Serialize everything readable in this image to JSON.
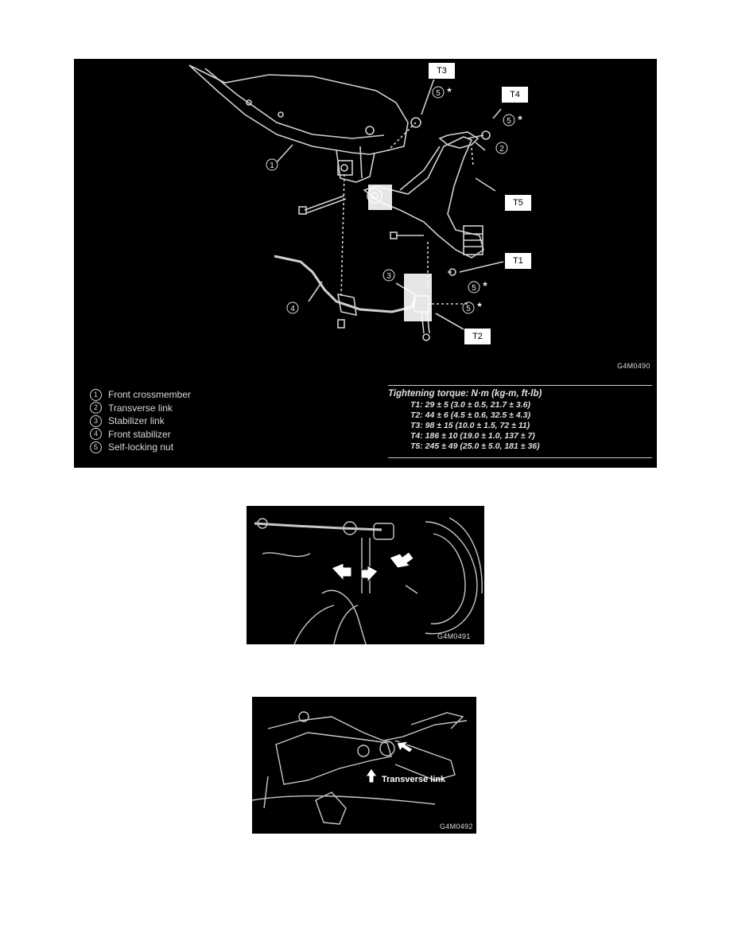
{
  "figure1": {
    "code": "G4M0490",
    "tags": {
      "t3": "T3",
      "t4": "T4",
      "t5": "T5",
      "t1": "T1",
      "t2": "T2"
    },
    "part_numbers": {
      "n1": "1",
      "n2": "2",
      "n3": "3",
      "n4": "4",
      "n5a": "5",
      "n5b": "5",
      "n5c": "5",
      "n5d": "5"
    },
    "star": "★",
    "legend": [
      {
        "num": "1",
        "text": "Front crossmember"
      },
      {
        "num": "2",
        "text": "Transverse link"
      },
      {
        "num": "3",
        "text": "Stabilizer link"
      },
      {
        "num": "4",
        "text": "Front stabilizer"
      },
      {
        "num": "5",
        "text": "Self-locking nut"
      }
    ],
    "torque": {
      "title": "Tightening torque: N·m (kg-m, ft-lb)",
      "rows": [
        "T1:  29 ± 5 (3.0 ± 0.5, 21.7 ± 3.6)",
        "T2:  44 ± 6 (4.5 ± 0.6, 32.5 ± 4.3)",
        "T3:  98 ± 15 (10.0 ± 1.5, 72 ± 11)",
        "T4:  186 ± 10 (19.0 ± 1.0, 137 ± 7)",
        "T5:  245 ± 49 (25.0 ± 5.0, 181 ± 36)"
      ]
    }
  },
  "figure2": {
    "code": "G4M0491"
  },
  "figure3": {
    "code": "G4M0492",
    "callout": "Transverse link"
  }
}
